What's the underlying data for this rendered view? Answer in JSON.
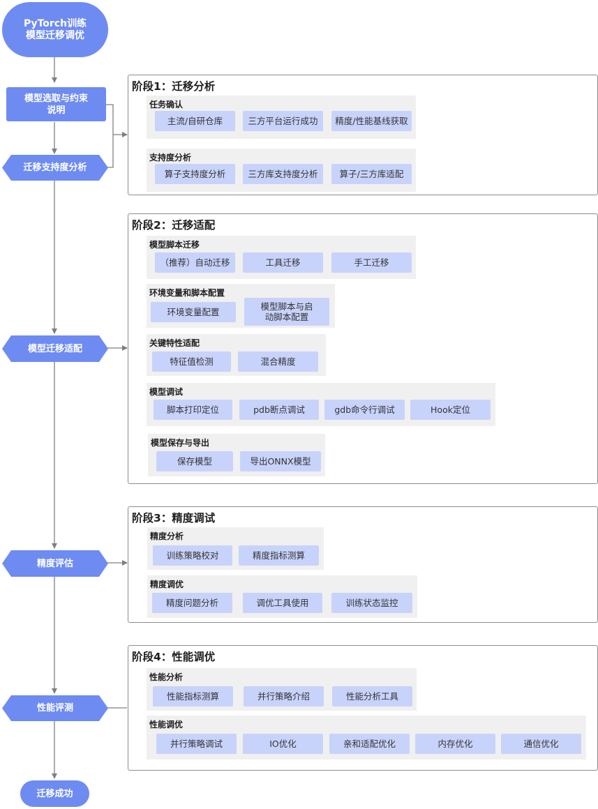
{
  "flow": {
    "start": "PyTorch训练模型迁移调优",
    "step_model_select": "模型选取与约束说明",
    "step_support": "迁移支持度分析",
    "step_adapt": "模型迁移适配",
    "step_accuracy": "精度评估",
    "step_perf": "性能评测",
    "end": "迁移成功"
  },
  "stages": [
    {
      "title": "阶段1：迁移分析",
      "groups": [
        {
          "title": "任务确认",
          "items": [
            "主流/自研仓库",
            "三方平台运行成功",
            "精度/性能基线获取"
          ]
        },
        {
          "title": "支持度分析",
          "items": [
            "算子支持度分析",
            "三方库支持度分析",
            "算子/三方库适配"
          ]
        }
      ]
    },
    {
      "title": "阶段2：迁移适配",
      "groups": [
        {
          "title": "模型脚本迁移",
          "items": [
            "（推荐）自动迁移",
            "工具迁移",
            "手工迁移"
          ]
        },
        {
          "title": "环境变量和脚本配置",
          "items": [
            "环境变量配置",
            "模型脚本与启动脚本配置"
          ]
        },
        {
          "title": "关键特性适配",
          "items": [
            "特征值检测",
            "混合精度"
          ]
        },
        {
          "title": "模型调试",
          "items": [
            "脚本打印定位",
            "pdb断点调试",
            "gdb命令行调试",
            "Hook定位"
          ]
        },
        {
          "title": "模型保存与导出",
          "items": [
            "保存模型",
            "导出ONNX模型"
          ]
        }
      ]
    },
    {
      "title": "阶段3：精度调试",
      "groups": [
        {
          "title": "精度分析",
          "items": [
            "训练策略校对",
            "精度指标测算"
          ]
        },
        {
          "title": "精度调优",
          "items": [
            "精度问题分析",
            "调优工具使用",
            "训练状态监控"
          ]
        }
      ]
    },
    {
      "title": "阶段4：性能调优",
      "groups": [
        {
          "title": "性能分析",
          "items": [
            "性能指标测算",
            "并行策略介绍",
            "性能分析工具"
          ]
        },
        {
          "title": "性能调优",
          "items": [
            "并行策略调试",
            "IO优化",
            "亲和适配优化",
            "内存优化",
            "通信优化"
          ]
        }
      ]
    }
  ],
  "colors": {
    "node": "#6e8bf2",
    "chip": "#c8d3fb",
    "group_bg": "#f0f0f0",
    "stage_border": "#8c8c8c",
    "connector": "#7f7f7f"
  }
}
